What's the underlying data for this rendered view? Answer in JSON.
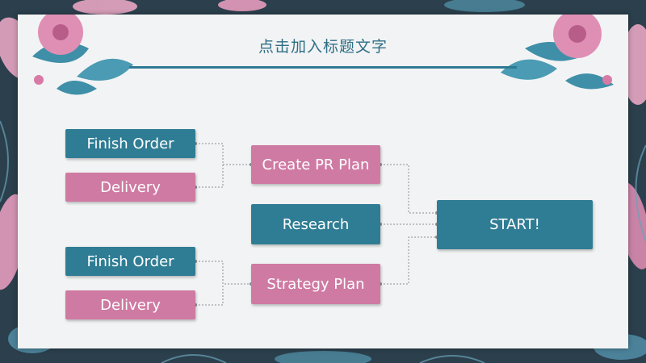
{
  "slide": {
    "title": "点击加入标题文字"
  },
  "diagram": {
    "nodes": {
      "finish_order_1": "Finish Order",
      "delivery_1": "Delivery",
      "create_pr_plan": "Create PR Plan",
      "research": "Research",
      "start": "START!",
      "finish_order_2": "Finish Order",
      "delivery_2": "Delivery",
      "strategy_plan": "Strategy Plan"
    },
    "edges": [
      [
        "finish_order_1",
        "create_pr_plan"
      ],
      [
        "delivery_1",
        "create_pr_plan"
      ],
      [
        "create_pr_plan",
        "start"
      ],
      [
        "research",
        "start"
      ],
      [
        "strategy_plan",
        "start"
      ],
      [
        "finish_order_2",
        "strategy_plan"
      ],
      [
        "delivery_2",
        "strategy_plan"
      ]
    ]
  },
  "colors": {
    "teal": "#2f7d94",
    "pink": "#cf7aa3",
    "connector": "#8a8f93",
    "title": "#2f6f86"
  }
}
